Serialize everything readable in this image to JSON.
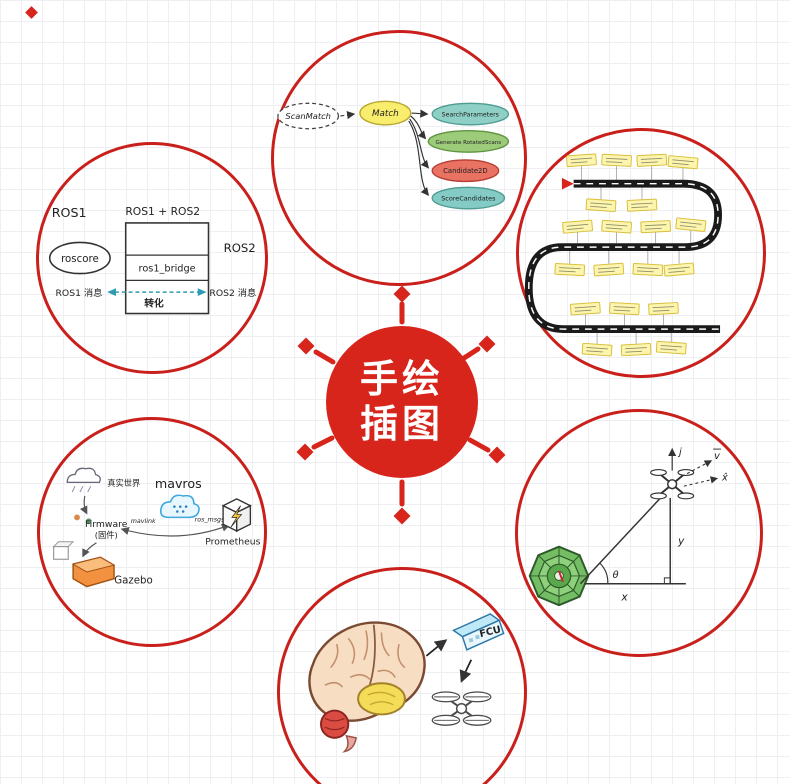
{
  "meta": {
    "accent_red": "#d8251c",
    "circle_border_red": "#c9201b",
    "grid_color": "#edeff2",
    "note_yellow": "#fdf5ad"
  },
  "center": {
    "line1": "手绘",
    "line2": "插图"
  },
  "flowchart": {
    "source": "ScanMatch",
    "hub": "Match",
    "hub_fill": "#f8ed6d",
    "nodes": [
      {
        "label": "SearchParameters",
        "fill": "#8fd0c6"
      },
      {
        "label": "Generate RotatedScans",
        "fill": "#9ccb7a"
      },
      {
        "label": "Candidate2D",
        "fill": "#e97263"
      },
      {
        "label": "ScoreCandidates",
        "fill": "#83cbc4"
      }
    ]
  },
  "ros_bridge": {
    "ros1": "ROS1",
    "combo": "ROS1 + ROS2",
    "ros2": "ROS2",
    "roscore": "roscore",
    "bridge": "ros1_bridge",
    "left_msg": "ROS1 消息",
    "convert": "转化",
    "right_msg": "ROS2 消息"
  },
  "mavros": {
    "world": "真实世界",
    "title": "mavros",
    "link_left": "mavlink",
    "link_right": "ros_msgs",
    "firmware": "Firmware",
    "firmware_cn": "(固件)",
    "gazebo": "Gazebo",
    "prometheus": "Prometheus"
  },
  "axes": {
    "j": "j",
    "v": "v",
    "xhat": "x̂",
    "y": "y",
    "x": "x",
    "theta": "θ"
  },
  "brainflow": {
    "fcu": "FCU"
  }
}
